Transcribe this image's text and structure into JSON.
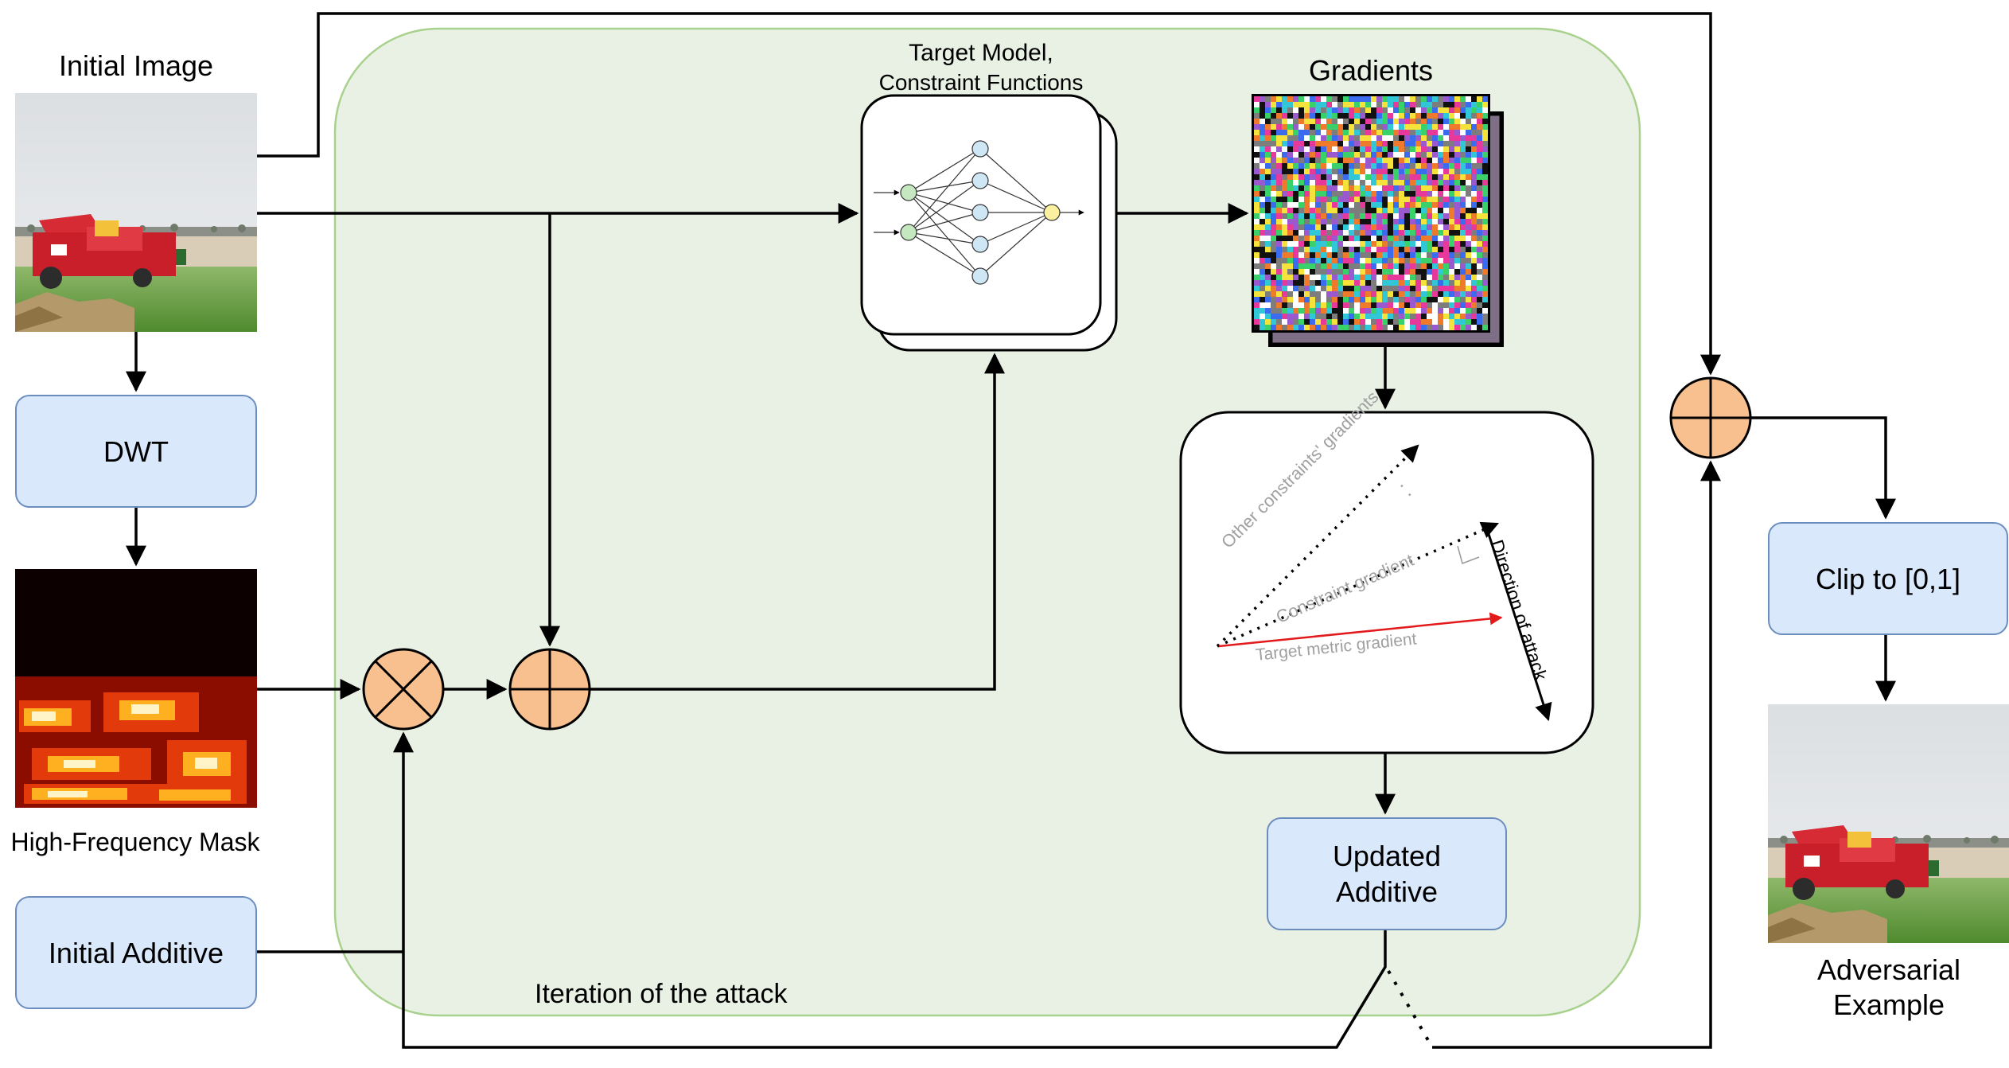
{
  "labels": {
    "initial_image": "Initial Image",
    "target_model_line1": "Target Model,",
    "target_model_line2": "Constraint Functions",
    "gradients": "Gradients",
    "dwt": "DWT",
    "high_freq_mask": "High-Frequency Mask",
    "initial_additive": "Initial Additive",
    "updated_additive_line1": "Updated",
    "updated_additive_line2": "Additive",
    "clip": "Clip to [0,1]",
    "adversarial_line1": "Adversarial",
    "adversarial_line2": "Example",
    "iteration": "Iteration of the attack",
    "other_constraints_gradients": "Other constraints' gradients",
    "constraint_gradient": "Constraint gradient",
    "target_metric_gradient": "Target  metric gradient",
    "direction_of_attack": "Direction of attack",
    "ellipsis": "· ·"
  },
  "colors": {
    "iteration_fill": "#e9f1e4",
    "iteration_stroke": "#a9d18e",
    "box_fill": "#dae8fc",
    "box_stroke": "#6c8ebf",
    "operator_fill": "#f9c08f",
    "target_gradient": "#e31a1c",
    "constraint_text": "#a0a0a0"
  },
  "icons": {
    "multiply_operator": "circle-times-icon",
    "add_operator": "circle-plus-icon",
    "neural_network": "neural-network-icon"
  }
}
